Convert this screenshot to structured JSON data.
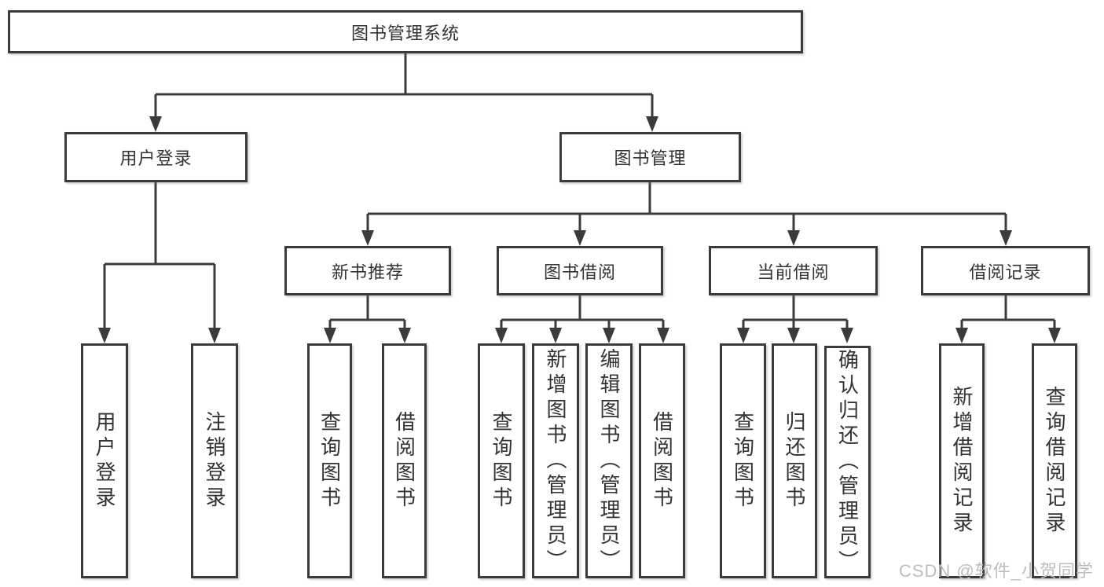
{
  "nodes": {
    "root": "图书管理系统",
    "user_login": "用户登录",
    "book_mgmt": "图书管理",
    "new_book_rec": "新书推荐",
    "book_borrow": "图书借阅",
    "current_borrow": "当前借阅",
    "borrow_records": "借阅记录",
    "ul_login": "用户登录",
    "ul_logout": "注销登录",
    "nb_query": "查询图书",
    "nb_borrow": "借阅图书",
    "bb_query": "查询图书",
    "bb_add": "新增图书（管理员）",
    "bb_edit": "编辑图书（管理员）",
    "bb_borrow": "借阅图书",
    "cb_query": "查询图书",
    "cb_return": "归还图书",
    "cb_confirm": "确认归还（管理员）",
    "br_add": "新增借阅记录",
    "br_query": "查询借阅记录"
  },
  "watermark": "CSDN @软件_小贺同学",
  "colors": {
    "line": "#3b3b3b",
    "text": "#333333",
    "watermark": "#bdbdbd",
    "background": "#ffffff"
  }
}
